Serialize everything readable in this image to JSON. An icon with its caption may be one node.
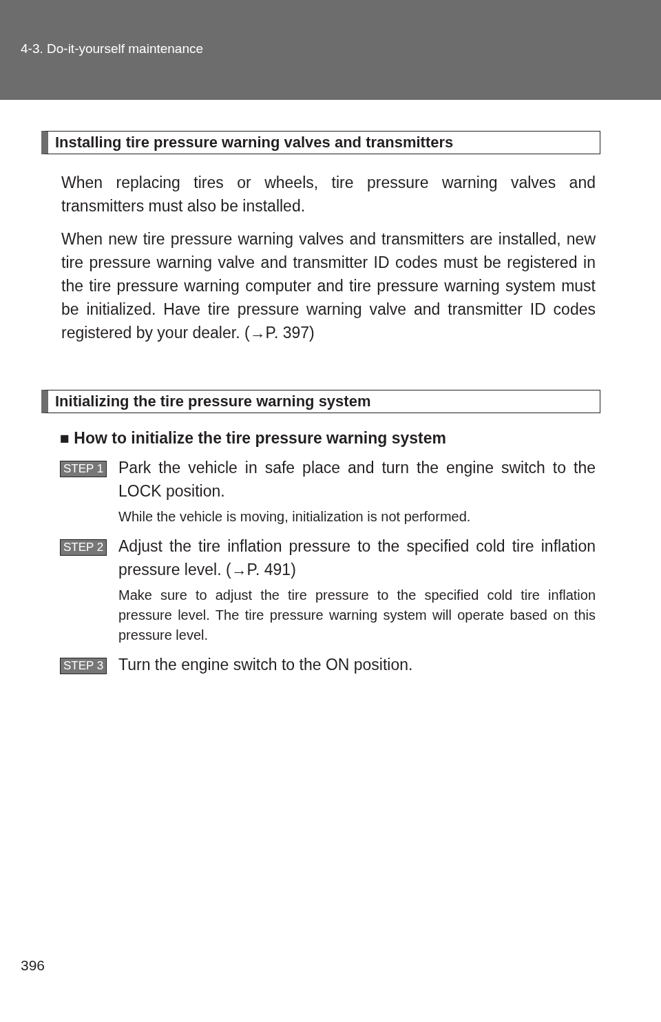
{
  "diagram": {
    "nodes": [
      {
        "text": [
          "Installing tire pressure warning valves and transmitters"
        ]
      },
      {
        "text": [
          "Initializing the tire pressure warning system"
        ]
      },
      {
        "text": [
          "STEP 1"
        ]
      },
      {
        "text": [
          "STEP 2"
        ]
      },
      {
        "text": [
          "STEP 3"
        ]
      }
    ],
    "edges": [],
    "labels": [
      "4-3. Do-it-yourself maintenance",
      "When replacing tires or wheels, tire pressure warning valves and transmitters must also be installed.",
      "When new tire pressure warning valves and transmitters are installed, new tire pressure warning valve and transmitter ID codes must be registered in the tire pressure warning computer and tire pressure warning system must be initialized. Have tire pressure warning valve and transmitter ID codes registered by your dealer. (→P. 397)",
      "■ How to initialize the tire pressure warning system",
      "Park the vehicle in safe place and turn the engine switch to the LOCK position.",
      "While the vehicle is moving, initialization is not performed.",
      "Adjust the tire inflation pressure to the specified cold tire inflation pressure level. (→P. 491)",
      "Make sure to adjust the tire pressure to the specified cold tire inflation pressure level. The tire pressure warning system will operate based on this pressure level.",
      "Turn the engine switch to the ON position.",
      "396"
    ]
  }
}
